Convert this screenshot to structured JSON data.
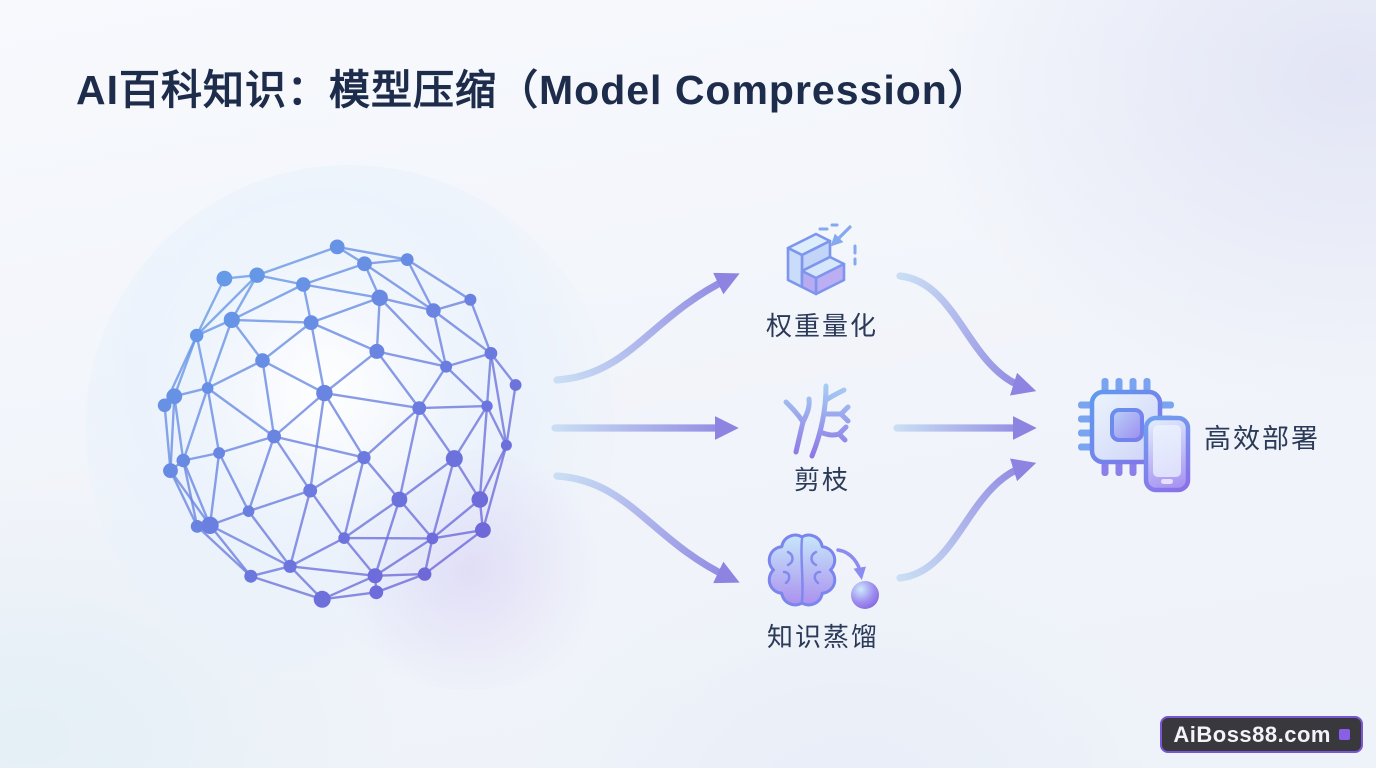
{
  "title": "AI百科知识：模型压缩（Model Compression）",
  "methods": [
    {
      "label": "权重量化",
      "icon": "quantization-cube-icon"
    },
    {
      "label": "剪枝",
      "icon": "pruning-branch-icon"
    },
    {
      "label": "知识蒸馏",
      "icon": "distillation-brain-icon"
    }
  ],
  "deployment": {
    "label": "高效部署",
    "icon": "chip-device-icon"
  },
  "source": {
    "icon": "network-sphere-graphic"
  },
  "watermark": {
    "text": "AiBoss88.com"
  },
  "colors": {
    "title_text": "#1e2c4b",
    "label_text": "#2b3a58",
    "arrow_start": "#c7ddf3",
    "arrow_end": "#8e86e2",
    "node_blue": "#63a8ec",
    "node_purple": "#7158d4",
    "badge_bg": "#39393d",
    "badge_border": "#7a55d4",
    "badge_square": "#8a5fe8"
  }
}
